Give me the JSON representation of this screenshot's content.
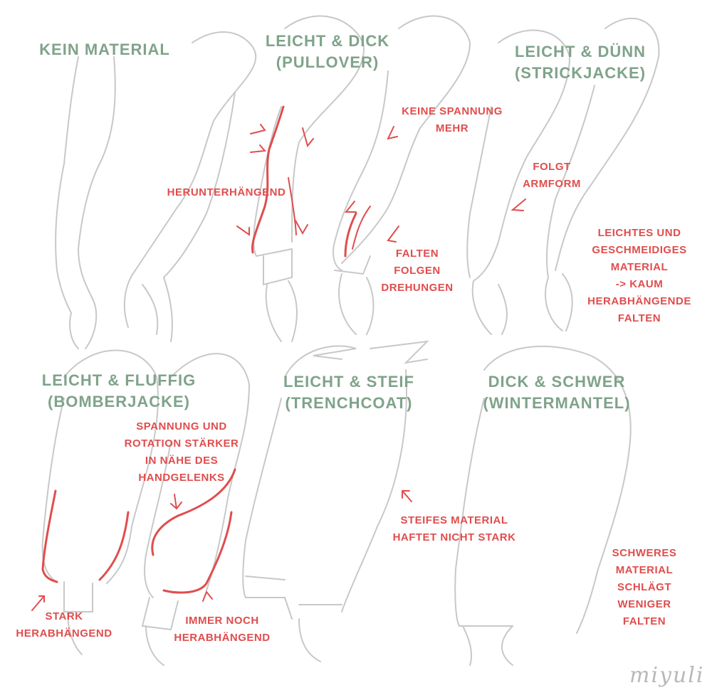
{
  "colors": {
    "heading": "#7fa38a",
    "annotation": "#e04d4d",
    "sketch": "#c8c8c8"
  },
  "panels": [
    {
      "title": [
        "KEIN MATERIAL"
      ],
      "notes": []
    },
    {
      "title": [
        "LEICHT & DICK",
        "(PULLOVER)"
      ],
      "notes": [
        [
          "HERUNTERHÄNGEND"
        ],
        [
          "KEINE SPANNUNG",
          "MEHR"
        ],
        [
          "FALTEN",
          "FOLGEN",
          "DREHUNGEN"
        ]
      ]
    },
    {
      "title": [
        "LEICHT & DÜNN",
        "(STRICKJACKE)"
      ],
      "notes": [
        [
          "FOLGT",
          "ARMFORM"
        ],
        [
          "LEICHTES UND",
          "GESCHMEIDIGES",
          "MATERIAL",
          "-> KAUM",
          "HERABHÄNGENDE",
          "FALTEN"
        ]
      ]
    },
    {
      "title": [
        "LEICHT & FLUFFIG",
        "(BOMBERJACKE)"
      ],
      "notes": [
        [
          "SPANNUNG UND",
          "ROTATION STÄRKER",
          "IN NÄHE DES",
          "HANDGELENKS"
        ],
        [
          "STARK",
          "HERABHÄNGEND"
        ],
        [
          "IMMER NOCH",
          "HERABHÄNGEND"
        ]
      ]
    },
    {
      "title": [
        "LEICHT & STEIF",
        "(TRENCHCOAT)"
      ],
      "notes": [
        [
          "STEIFES MATERIAL",
          "HAFTET NICHT STARK"
        ]
      ]
    },
    {
      "title": [
        "DICK & SCHWER",
        "(WINTERMANTEL)"
      ],
      "notes": [
        [
          "SCHWERES",
          "MATERIAL",
          "SCHLÄGT",
          "WENIGER",
          "FALTEN"
        ]
      ]
    }
  ],
  "signature": "miyuli"
}
